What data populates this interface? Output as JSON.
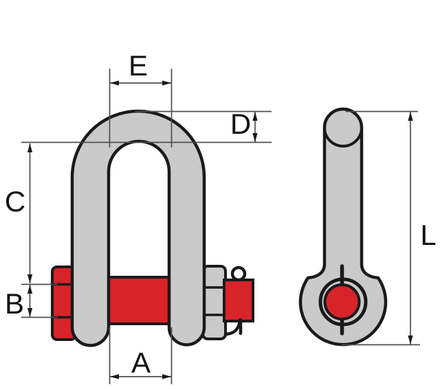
{
  "colors": {
    "background": "#ffffff",
    "body_fill": "#cacaca",
    "pin_fill": "#d8232a",
    "cotter_fill": "#ffffff",
    "outline": "#1a1a1a",
    "dimension_line": "#4d4d4d",
    "label_text": "#111111"
  },
  "front_view": {
    "dimension_labels": {
      "inside_width_top": "E",
      "bow_section": "D",
      "inside_length": "C",
      "pin_diameter": "B",
      "jaw_width": "A"
    }
  },
  "side_view": {
    "dimension_labels": {
      "overall_length": "L"
    }
  }
}
